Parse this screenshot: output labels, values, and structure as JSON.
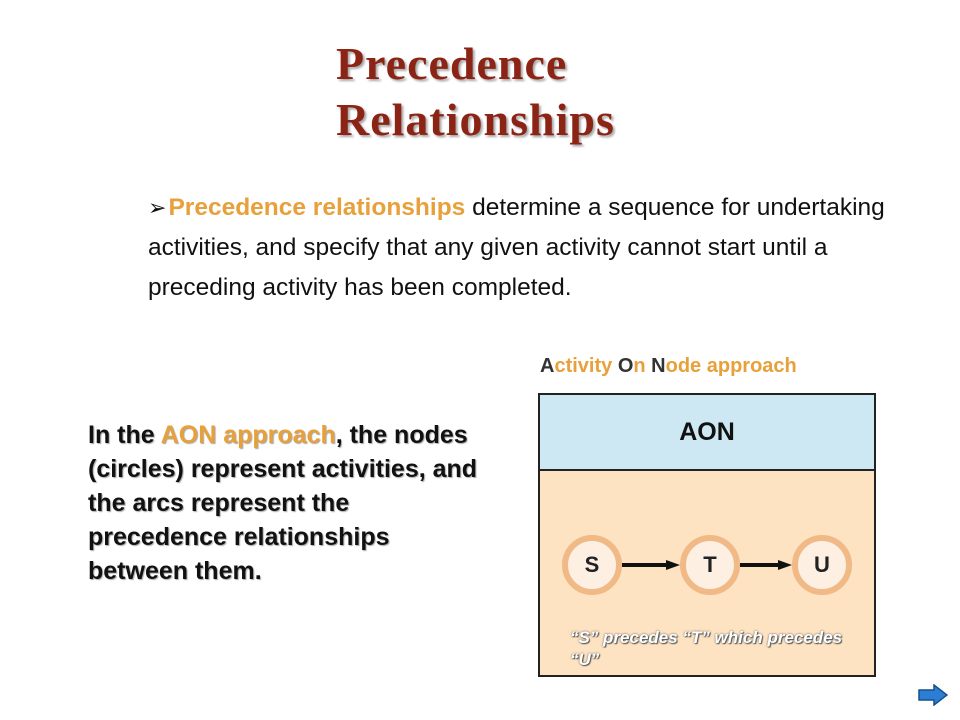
{
  "title": {
    "line1": "Precedence",
    "line2": "Relationships"
  },
  "bullet": {
    "marker": "➢",
    "highlight": "Precedence relationships",
    "rest": " determine a sequence for undertaking activities, and specify that any given activity cannot start until a preceding activity has been completed."
  },
  "aon_caption": {
    "a": "A",
    "ctivity": "ctivity ",
    "o": "O",
    "n_mid": "n ",
    "n": "N",
    "ode": "ode approach"
  },
  "aon_text": {
    "before": "In the ",
    "highlight": "AON approach",
    "after": ", the nodes (circles) represent activities, and the arcs represent the precedence relationships between them."
  },
  "aon_box": {
    "header": "AON",
    "nodes": [
      "S",
      "T",
      "U"
    ],
    "note": "“S” precedes “T” which precedes “U”"
  },
  "colors": {
    "title": "#8c2416",
    "accent": "#e8a03a",
    "header_bg": "#cde7f3",
    "box_bg": "#fde3c1",
    "node_ring": "#f0b986"
  },
  "icons": {
    "nav": "right-arrow-icon"
  }
}
